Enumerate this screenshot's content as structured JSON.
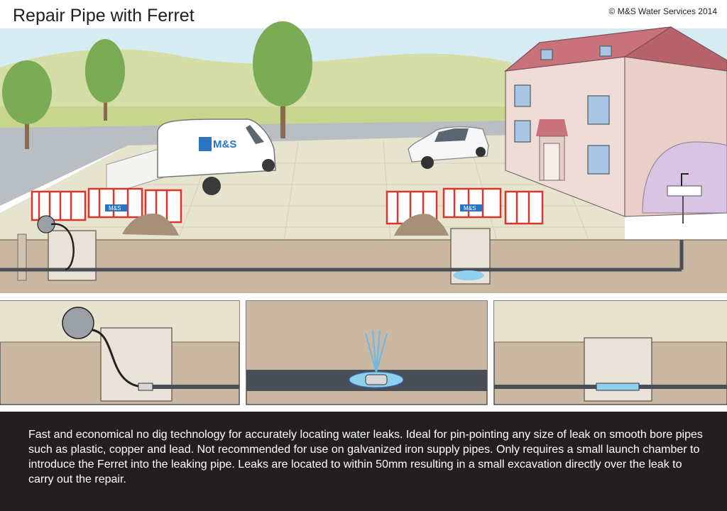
{
  "title": "Repair Pipe with Ferret",
  "copyright": "© M&S Water Services 2014",
  "van_logo": "M&S",
  "barrier_tag": "M&S",
  "description": "Fast and economical no dig technology for accurately locating water leaks. Ideal for pin-pointing any size of leak on smooth bore pipes such as plastic, copper and lead. Not recommended for use on galvanized iron supply pipes. Only requires a small launch chamber to introduce the Ferret into the leaking pipe. Leaks are located to within 50mm resulting in a small excavation directly over the leak to carry out the repair.",
  "colors": {
    "sky": "#d6ebf2",
    "hill": "#d5dea7",
    "grass": "#c8d68d",
    "soil": "#cbb8a3",
    "paving": "#e6e3cf",
    "pipe": "#4a4f57",
    "water": "#8fd0ee",
    "house": "#f0dcd6",
    "roof": "#c9727b",
    "caption_bg": "#231f20"
  }
}
